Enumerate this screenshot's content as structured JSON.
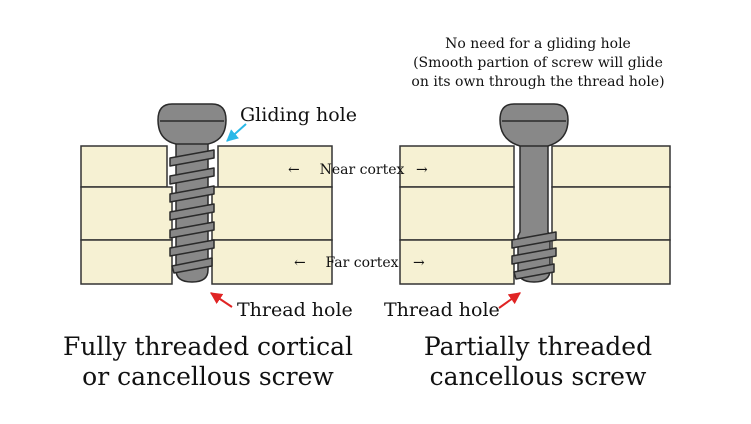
{
  "colors": {
    "bone": "#f6f1d3",
    "bone_stroke": "#333333",
    "screw": "#888888",
    "screw_stroke": "#2a2a2a",
    "gliding_arrow": "#29b8e8",
    "thread_arrow": "#e02424",
    "text": "#111111"
  },
  "left": {
    "gliding_hole_label": "Gliding hole",
    "thread_hole_label": "Thread hole",
    "caption_line1": "Fully threaded cortical",
    "caption_line2": "or cancellous screw"
  },
  "right": {
    "note_line1": "No need for a gliding hole",
    "note_line2": "(Smooth partion of screw will glide",
    "note_line3": "on its own through the thread hole)",
    "thread_hole_label": "Thread hole",
    "caption_line1": "Partially threaded",
    "caption_line2": "cancellous screw"
  },
  "center": {
    "near_cortex_label": "Near cortex",
    "far_cortex_label": "Far cortex",
    "arrow_left": "←",
    "arrow_right": "→"
  },
  "icons": {
    "gliding_arrow": "cyan-arrow-icon",
    "thread_arrow": "red-arrow-icon",
    "screw": "screw-icon"
  }
}
